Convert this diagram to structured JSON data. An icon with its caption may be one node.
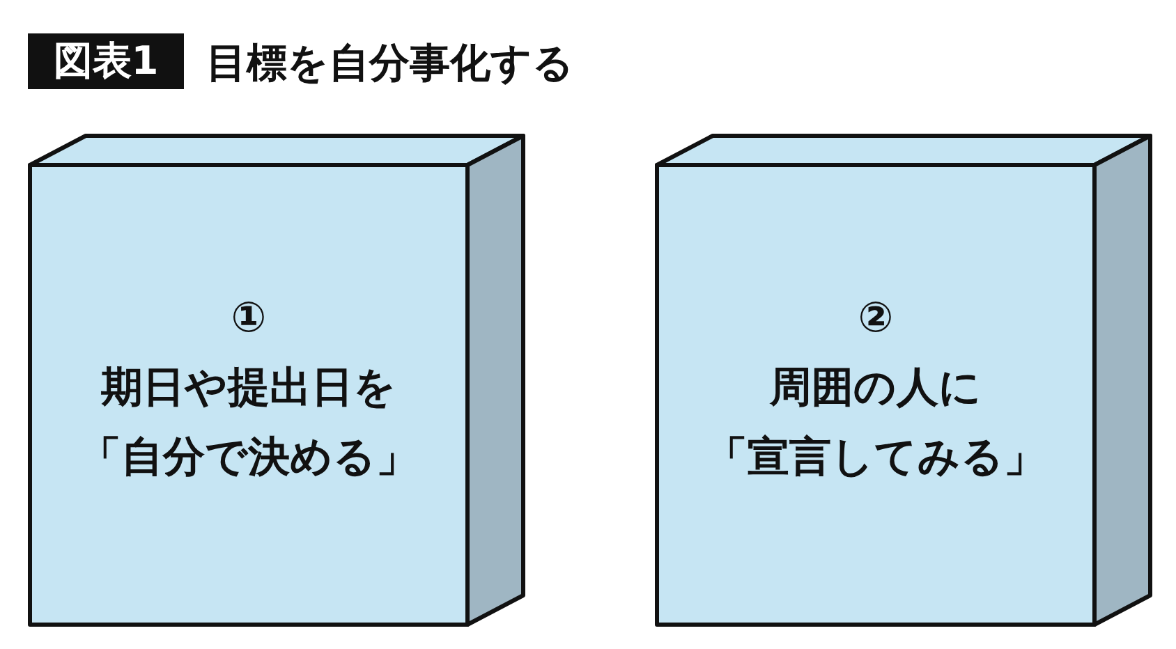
{
  "diagram": {
    "title": "目標を自分事化する",
    "nodes": [
      {
        "text": [
          "図表1"
        ]
      },
      {
        "text": [
          "①",
          "期日や提出日を「自分で決める」"
        ]
      },
      {
        "text": [
          "②",
          "周囲の人に「宣言してみる」"
        ]
      }
    ]
  }
}
